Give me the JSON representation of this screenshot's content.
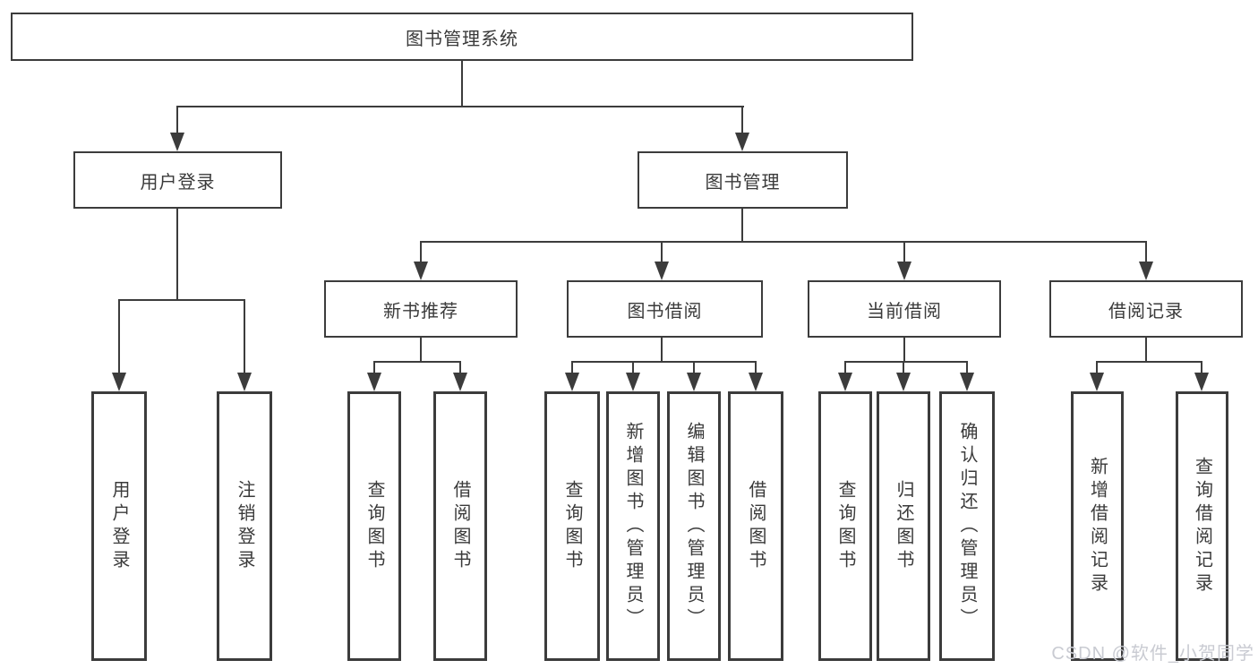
{
  "diagram": {
    "type": "hierarchy-flowchart",
    "colors": {
      "line": "#3c3c3c",
      "box_border": "#3c3c3c",
      "text": "#3a3a3a",
      "background": "#ffffff",
      "watermark": "#c9cbd2"
    },
    "tree": {
      "root": {
        "label": "图书管理系统"
      },
      "children": [
        {
          "label": "用户登录",
          "children": [
            {
              "label": "用户登录"
            },
            {
              "label": "注销登录"
            }
          ]
        },
        {
          "label": "图书管理",
          "children": [
            {
              "label": "新书推荐",
              "children": [
                {
                  "label": "查询图书"
                },
                {
                  "label": "借阅图书"
                }
              ]
            },
            {
              "label": "图书借阅",
              "children": [
                {
                  "label": "查询图书"
                },
                {
                  "label": "新增图书（管理员）"
                },
                {
                  "label": "编辑图书（管理员）"
                },
                {
                  "label": "借阅图书"
                }
              ]
            },
            {
              "label": "当前借阅",
              "children": [
                {
                  "label": "查询图书"
                },
                {
                  "label": "归还图书"
                },
                {
                  "label": "确认归还（管理员）"
                }
              ]
            },
            {
              "label": "借阅记录",
              "children": [
                {
                  "label": "新增借阅记录"
                },
                {
                  "label": "查询借阅记录"
                }
              ]
            }
          ]
        }
      ]
    },
    "watermark": {
      "text": "CSDN @软件_小贺同学"
    }
  }
}
